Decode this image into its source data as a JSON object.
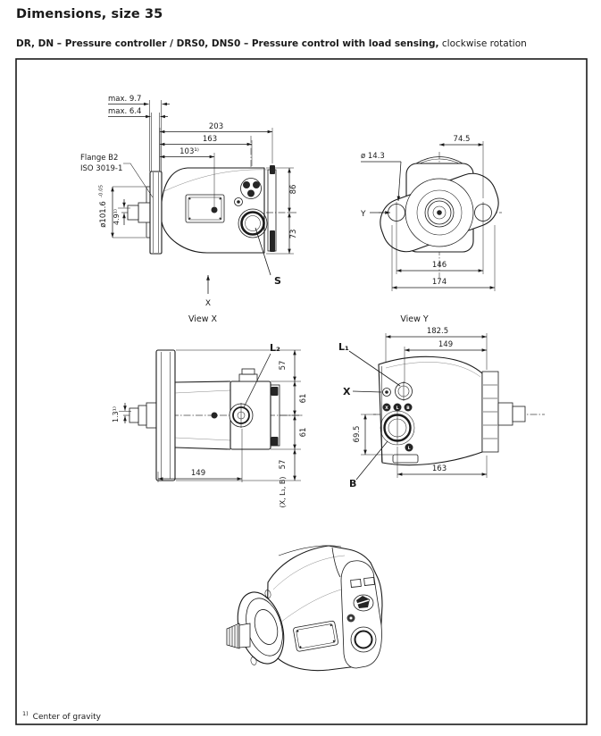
{
  "page": {
    "title": "Dimensions, size 35",
    "subtitle_bold": "DR, DN – Pressure controller / DRS0, DNS0 – Pressure control with load sensing,",
    "subtitle_normal": "clockwise rotation",
    "footnote_marker": "1)",
    "footnote": "Center of gravity"
  },
  "side_view": {
    "dims": {
      "max_a": "max. 9.7",
      "max_b": "max. 6.4",
      "len_total": "203",
      "len_mid": "163",
      "len_cog": "103¹⁾",
      "flange_1": "Flange B2",
      "flange_2": "ISO 3019-1",
      "pilot_dia": "ø101.6",
      "pilot_tol": "-0.05",
      "cog_v": "4.9¹⁾",
      "h_top": "86",
      "h_bot": "73"
    },
    "labels": {
      "view_arrow": "X",
      "port_s": "S"
    }
  },
  "front_view": {
    "dims": {
      "hole_offset": "74.5",
      "hole_dia": "ø 14.3",
      "bolt_spacing": "146",
      "flange_width": "174"
    },
    "labels": {
      "view_arrow": "Y"
    }
  },
  "view_x": {
    "label": "View X",
    "dims": {
      "h1": "57",
      "h2": "61",
      "h3": "61",
      "h4": "57",
      "ref": "(X, L₁, B)",
      "len": "149",
      "cog": "1.3¹⁾"
    },
    "labels": {
      "port": "L₂"
    }
  },
  "view_y": {
    "label": "View Y",
    "dims": {
      "w_total": "182.5",
      "w_port": "149",
      "h_bottom": "69.5",
      "w_endcap": "163"
    },
    "labels": {
      "port_l1": "L₁",
      "port_x": "X",
      "port_b": "B"
    },
    "port_marks": [
      "X",
      "L",
      "B",
      "L"
    ]
  }
}
